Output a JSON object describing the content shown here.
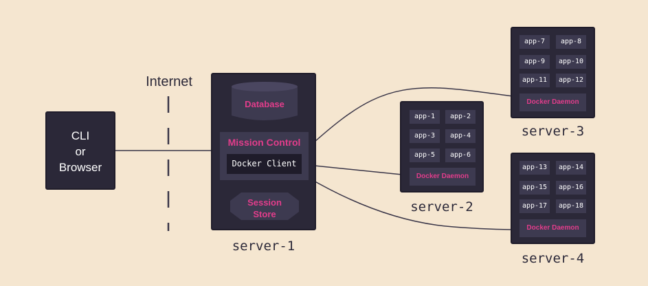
{
  "client": {
    "line1": "CLI",
    "line2": "or",
    "line3": "Browser"
  },
  "internet_label": "Internet",
  "server1": {
    "label": "server-1",
    "database": "Database",
    "mission_control": "Mission Control",
    "docker_client": "Docker Client",
    "session_store_line1": "Session",
    "session_store_line2": "Store"
  },
  "server2": {
    "label": "server-2",
    "apps": [
      "app-1",
      "app-2",
      "app-3",
      "app-4",
      "app-5",
      "app-6"
    ],
    "daemon": "Docker Daemon"
  },
  "server3": {
    "label": "server-3",
    "apps": [
      "app-7",
      "app-8",
      "app-9",
      "app-10",
      "app-11",
      "app-12"
    ],
    "daemon": "Docker Daemon"
  },
  "server4": {
    "label": "server-4",
    "apps": [
      "app-13",
      "app-14",
      "app-15",
      "app-16",
      "app-17",
      "app-18"
    ],
    "daemon": "Docker Daemon"
  },
  "colors": {
    "background": "#f5e6d0",
    "box": "#2b2838",
    "inner": "#3d3a50",
    "accent": "#e23d8b",
    "line": "#2b2838"
  }
}
